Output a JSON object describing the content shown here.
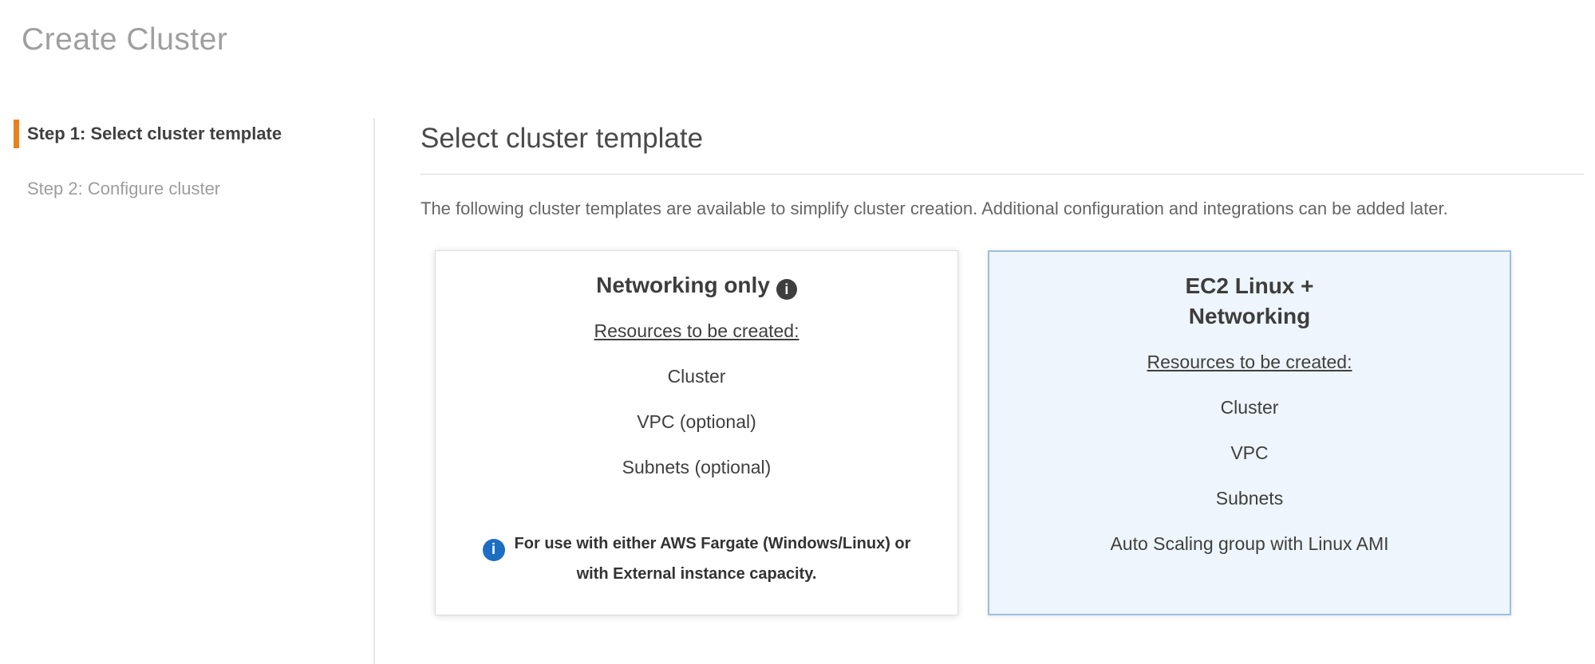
{
  "page": {
    "title": "Create Cluster"
  },
  "steps": [
    {
      "label": "Step 1: Select cluster template",
      "active": true
    },
    {
      "label": "Step 2: Configure cluster",
      "active": false
    }
  ],
  "main": {
    "heading": "Select cluster template",
    "description": "The following cluster templates are available to simplify cluster creation. Additional configuration and integrations can be added later.",
    "cards": [
      {
        "id": "networking-only",
        "title_lines": [
          "Networking only"
        ],
        "has_info_icon": true,
        "resources_heading": "Resources to be created:",
        "resources": [
          "Cluster",
          "VPC (optional)",
          "Subnets (optional)"
        ],
        "note": "For use with either AWS Fargate (Windows/Linux) or with External instance capacity.",
        "selected": false
      },
      {
        "id": "ec2-linux-networking",
        "title_lines": [
          "EC2 Linux +",
          "Networking"
        ],
        "has_info_icon": false,
        "resources_heading": "Resources to be created:",
        "resources": [
          "Cluster",
          "VPC",
          "Subnets",
          "Auto Scaling group with Linux AMI"
        ],
        "selected": true
      }
    ]
  },
  "icons": {
    "info_glyph": "i"
  },
  "colors": {
    "accent_orange": "#e8821d",
    "selected_card_bg": "#eef5fc",
    "selected_card_border": "#9cc0e0",
    "info_icon_dark": "#3e3e3e",
    "info_icon_blue": "#1b6ec2",
    "title_gray": "#9f9f9f"
  }
}
